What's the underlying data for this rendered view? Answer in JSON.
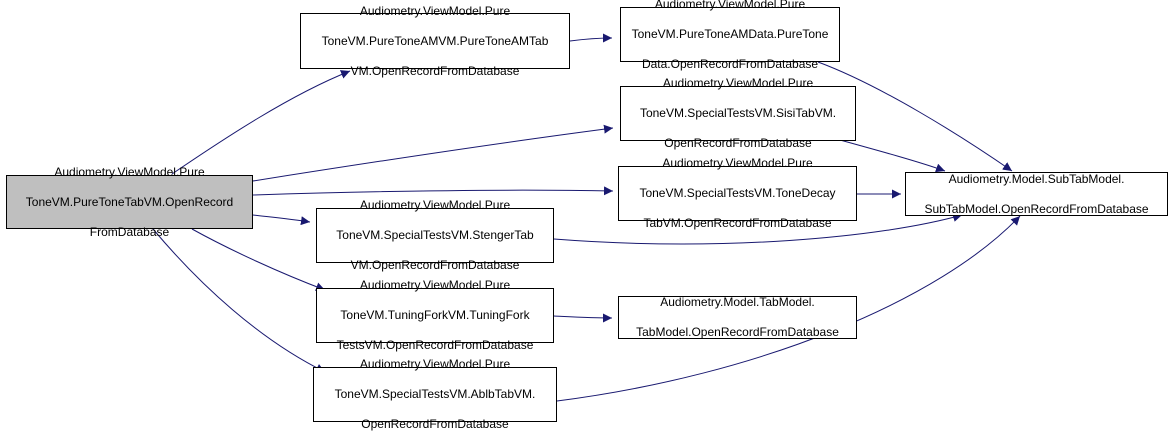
{
  "colors": {
    "edge": "#191970",
    "root_fill": "#bfbfbf",
    "node_fill": "#ffffff",
    "border": "#000000"
  },
  "nodes": {
    "root": {
      "lines": [
        "Audiometry.ViewModel.Pure",
        "ToneVM.PureToneTabVM.OpenRecord",
        "FromDatabase"
      ]
    },
    "am_tab": {
      "lines": [
        "Audiometry.ViewModel.Pure",
        "ToneVM.PureToneAMVM.PureToneAMTab",
        "VM.OpenRecordFromDatabase"
      ]
    },
    "am_data": {
      "lines": [
        "Audiometry.ViewModel.Pure",
        "ToneVM.PureToneAMData.PureTone",
        "Data.OpenRecordFromDatabase"
      ]
    },
    "sisi": {
      "lines": [
        "Audiometry.ViewModel.Pure",
        "ToneVM.SpecialTestsVM.SisiTabVM.",
        "OpenRecordFromDatabase"
      ]
    },
    "tone_decay": {
      "lines": [
        "Audiometry.ViewModel.Pure",
        "ToneVM.SpecialTestsVM.ToneDecay",
        "TabVM.OpenRecordFromDatabase"
      ]
    },
    "stenger": {
      "lines": [
        "Audiometry.ViewModel.Pure",
        "ToneVM.SpecialTestsVM.StengerTab",
        "VM.OpenRecordFromDatabase"
      ]
    },
    "tuning_fork": {
      "lines": [
        "Audiometry.ViewModel.Pure",
        "ToneVM.TuningForkVM.TuningFork",
        "TestsVM.OpenRecordFromDatabase"
      ]
    },
    "ablb": {
      "lines": [
        "Audiometry.ViewModel.Pure",
        "ToneVM.SpecialTestsVM.AblbTabVM.",
        "OpenRecordFromDatabase"
      ]
    },
    "subtab": {
      "lines": [
        "Audiometry.Model.SubTabModel.",
        "SubTabModel.OpenRecordFromDatabase"
      ]
    },
    "tab": {
      "lines": [
        "Audiometry.Model.TabModel.",
        "TabModel.OpenRecordFromDatabase"
      ]
    }
  }
}
